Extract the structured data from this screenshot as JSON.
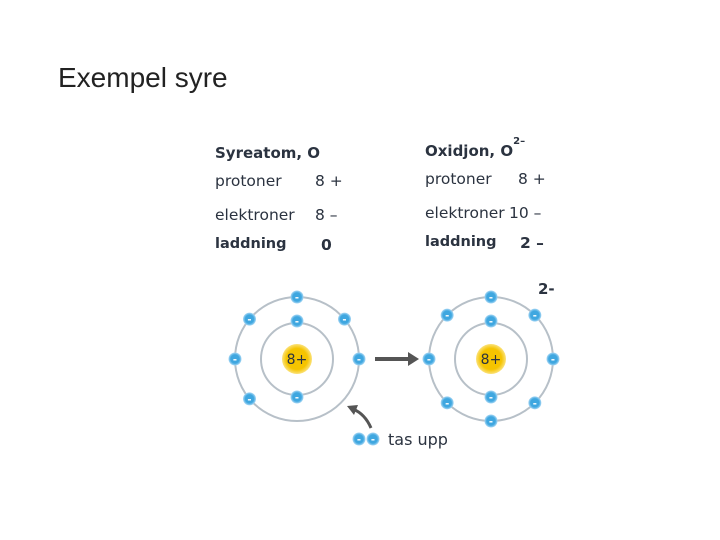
{
  "slide": {
    "title": "Exempel syre"
  },
  "atom": {
    "header": "Syreatom, O",
    "rows": [
      {
        "label": "protoner",
        "value": "8 +"
      },
      {
        "label": "elektroner",
        "value": "8 –"
      },
      {
        "label": "laddning",
        "value": "0"
      }
    ]
  },
  "ion": {
    "header_base": "Oxidjon, O",
    "header_charge": "2–",
    "rows": [
      {
        "label": "protoner",
        "value": "8 +"
      },
      {
        "label": "elektroner",
        "value": "10 –"
      },
      {
        "label": "laddning",
        "value": "2 –"
      }
    ],
    "charge_label": "2-"
  },
  "diagram": {
    "nucleus_label": "8+",
    "electron_symbol": "-",
    "taken_up_label": "tas upp",
    "atom_inner_shell_electrons": 2,
    "atom_outer_shell_electrons": 6,
    "ion_inner_shell_electrons": 2,
    "ion_outer_shell_electrons": 8,
    "colors": {
      "nucleus": "#f5c400",
      "nucleus_glow": "#fbe27a",
      "electron": "#3fa7e0",
      "electron_glow": "#a9d8f5",
      "shell": "#b7c0c8",
      "arrow": "#555555"
    }
  }
}
